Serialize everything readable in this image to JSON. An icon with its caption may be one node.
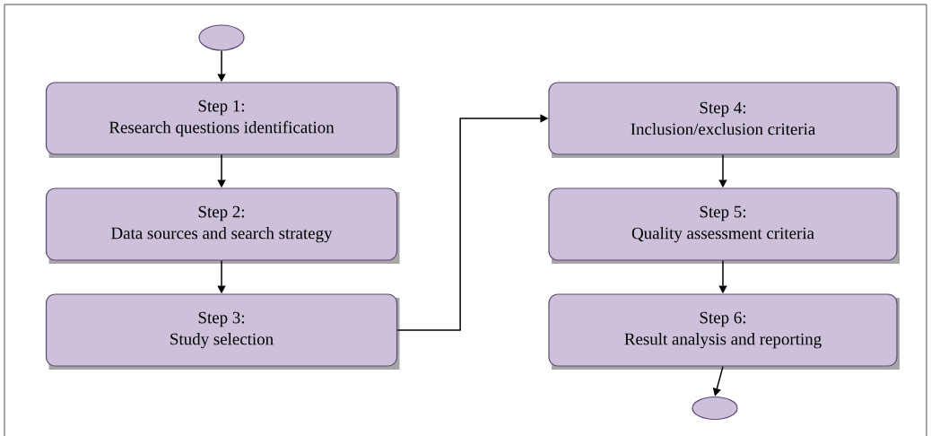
{
  "diagram": {
    "nodes": [
      {
        "text": [],
        "shape": "ellipse"
      },
      {
        "text": [
          "Step 1:",
          "Research questions identification"
        ]
      },
      {
        "text": [
          "Step 2:",
          "Data sources and search strategy"
        ]
      },
      {
        "text": [
          "Step 3:",
          "Study selection"
        ]
      },
      {
        "text": [
          "Step 4:",
          "Inclusion/exclusion  criteria"
        ]
      },
      {
        "text": [
          "Step 5:",
          "Quality assessment criteria"
        ]
      },
      {
        "text": [
          "Step 6:",
          "Result analysis and reporting"
        ]
      },
      {
        "text": [],
        "shape": "ellipse"
      }
    ],
    "edges": [
      {
        "from": 0,
        "to": 1,
        "arrow": "to"
      },
      {
        "from": 1,
        "to": 2,
        "arrow": "to"
      },
      {
        "from": 2,
        "to": 3,
        "arrow": "to"
      },
      {
        "from": 3,
        "to": 4,
        "arrow": "to"
      },
      {
        "from": 4,
        "to": 5,
        "arrow": "to"
      },
      {
        "from": 5,
        "to": 6,
        "arrow": "to"
      },
      {
        "from": 6,
        "to": 7,
        "arrow": "to"
      }
    ]
  }
}
